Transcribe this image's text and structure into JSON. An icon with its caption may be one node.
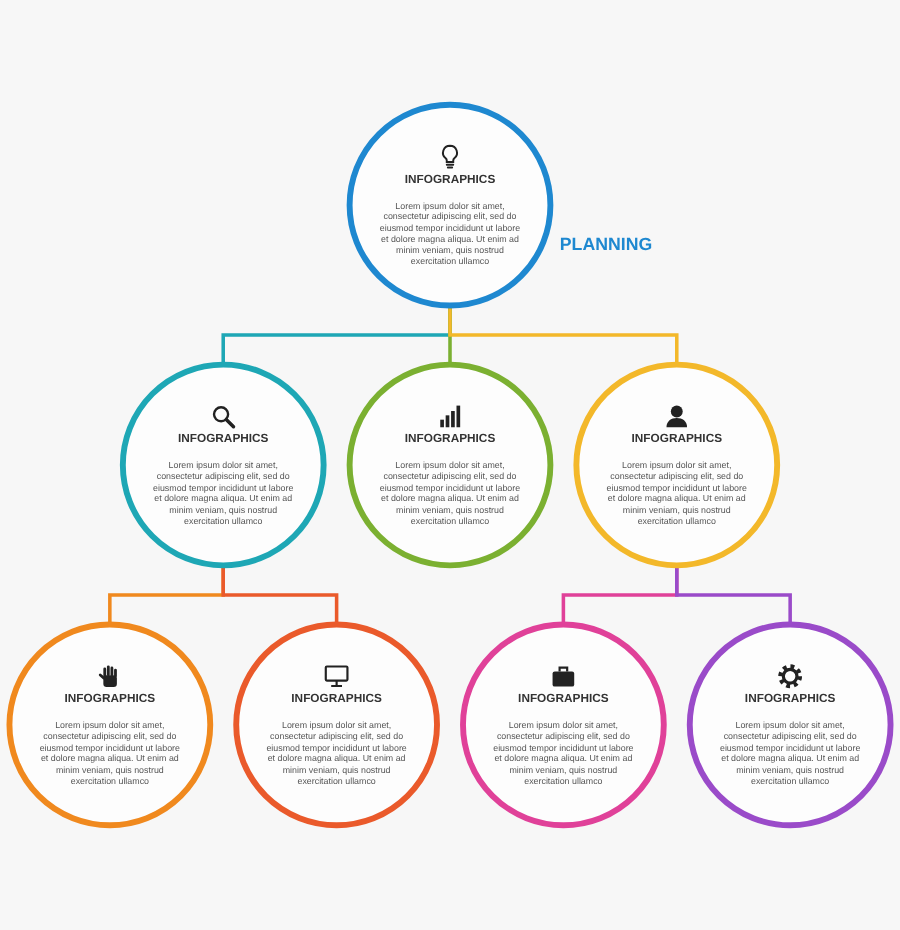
{
  "diagram": {
    "nodes": [
      {
        "text": [
          "INFOGRAPHICS",
          "Lorem ipsum dolor sit amet, consectetur adipiscing elit, sed do eiusmod tempor incididunt ut labore et dolore magna aliqua. Ut enim ad minim veniam, quis nostrud exercitation ullamco"
        ],
        "beside": [
          "PLANNING"
        ]
      },
      {
        "text": [
          "INFOGRAPHICS",
          "Lorem ipsum dolor sit amet, consectetur adipiscing elit, sed do eiusmod tempor incididunt ut labore et dolore magna aliqua. Ut enim ad minim veniam, quis nostrud exercitation ullamco"
        ]
      },
      {
        "text": [
          "INFOGRAPHICS",
          "Lorem ipsum dolor sit amet, consectetur adipiscing elit, sed do eiusmod tempor incididunt ut labore et dolore magna aliqua. Ut enim ad minim veniam, quis nostrud exercitation ullamco"
        ]
      },
      {
        "text": [
          "INFOGRAPHICS",
          "Lorem ipsum dolor sit amet, consectetur adipiscing elit, sed do eiusmod tempor incididunt ut labore et dolore magna aliqua. Ut enim ad minim veniam, quis nostrud exercitation ullamco"
        ]
      },
      {
        "text": [
          "INFOGRAPHICS",
          "Lorem ipsum dolor sit amet, consectetur adipiscing elit, sed do eiusmod tempor incididunt ut labore et dolore magna aliqua. Ut enim ad minim veniam, quis nostrud exercitation ullamco"
        ]
      },
      {
        "text": [
          "INFOGRAPHICS",
          "Lorem ipsum dolor sit amet, consectetur adipiscing elit, sed do eiusmod tempor incididunt ut labore et dolore magna aliqua. Ut enim ad minim veniam, quis nostrud exercitation ullamco"
        ]
      },
      {
        "text": [
          "INFOGRAPHICS",
          "Lorem ipsum dolor sit amet, consectetur adipiscing elit, sed do eiusmod tempor incididunt ut labore et dolore magna aliqua. Ut enim ad minim veniam, quis nostrud exercitation ullamco"
        ]
      },
      {
        "text": [
          "INFOGRAPHICS",
          "Lorem ipsum dolor sit amet, consectetur adipiscing elit, sed do eiusmod tempor incididunt ut labore et dolore magna aliqua. Ut enim ad minim veniam, quis nostrud exercitation ullamco"
        ]
      }
    ],
    "edges": [
      {
        "from": 0,
        "to": 1,
        "arrow": "none",
        "color": "#1ea7b5"
      },
      {
        "from": 0,
        "to": 2,
        "arrow": "none",
        "color": "#7bb031"
      },
      {
        "from": 0,
        "to": 3,
        "arrow": "none",
        "color": "#f3b82a"
      },
      {
        "from": 1,
        "to": 4,
        "arrow": "none",
        "color": "#f0891e"
      },
      {
        "from": 1,
        "to": 5,
        "arrow": "none",
        "color": "#ea5a2b"
      },
      {
        "from": 3,
        "to": 6,
        "arrow": "none",
        "color": "#e04199"
      },
      {
        "from": 3,
        "to": 7,
        "arrow": "none",
        "color": "#9a4bc9"
      }
    ]
  }
}
